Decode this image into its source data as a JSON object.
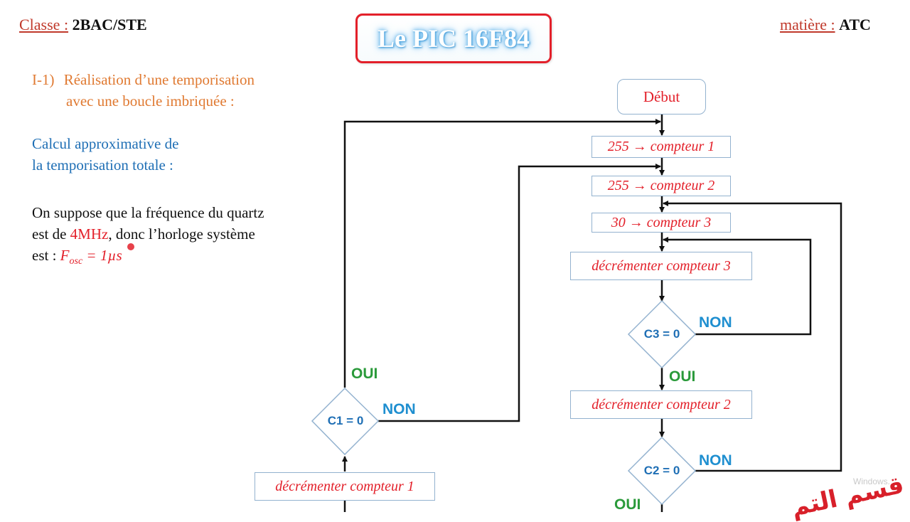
{
  "header": {
    "class_label": "Classe :",
    "class_value": "2BAC/STE",
    "subject_label": "matière :",
    "subject_value": "ATC",
    "title": "Le PIC 16F84"
  },
  "left": {
    "section_number": "I-1)",
    "section_title_line1": "Réalisation d’une temporisation",
    "section_title_line2": "avec une boucle imbriquée :",
    "calc_line1": "Calcul approximative de",
    "calc_line2": "la temporisation totale :",
    "p_line1": "On suppose que la fréquence du quartz",
    "p_line2_a": "est de",
    "p_line2_freq": "4MHz",
    "p_line2_b": ", donc l’horloge système",
    "p_line3_a": "est :",
    "p_line3_formula_f": "F",
    "p_line3_formula_sub": "osc",
    "p_line3_formula_rest": "= 1µs"
  },
  "flowchart": {
    "start": "Début",
    "set_c1": "255 → compteur 1",
    "set_c2": "255 → compteur 2",
    "set_c3": "30 → compteur 3",
    "dec_c3": "décrémenter compteur 3",
    "cond_c3": "C3 = 0",
    "dec_c2": "décrémenter compteur 2",
    "cond_c2": "C2 = 0",
    "dec_c1": "décrémenter compteur 1",
    "cond_c1": "C1 = 0",
    "oui": "OUI",
    "non": "NON"
  },
  "watermark": {
    "arabic": "قسم التم",
    "faint_windows": "Windows."
  },
  "colors": {
    "red": "#e3202a",
    "blue": "#1f6fb5",
    "orange": "#e07a32",
    "green": "#2a9a3a"
  }
}
